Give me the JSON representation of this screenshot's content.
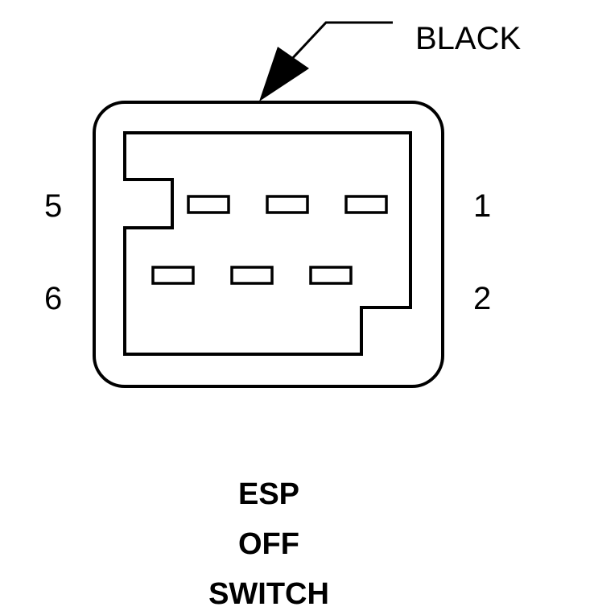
{
  "connector": {
    "color_label": "BLACK",
    "pin_labels": {
      "top_left": "5",
      "bottom_left": "6",
      "top_right": "1",
      "bottom_right": "2"
    }
  },
  "caption": {
    "line1": "ESP",
    "line2": "OFF",
    "line3": "SWITCH"
  },
  "colors": {
    "stroke": "#000000",
    "background": "#ffffff"
  }
}
